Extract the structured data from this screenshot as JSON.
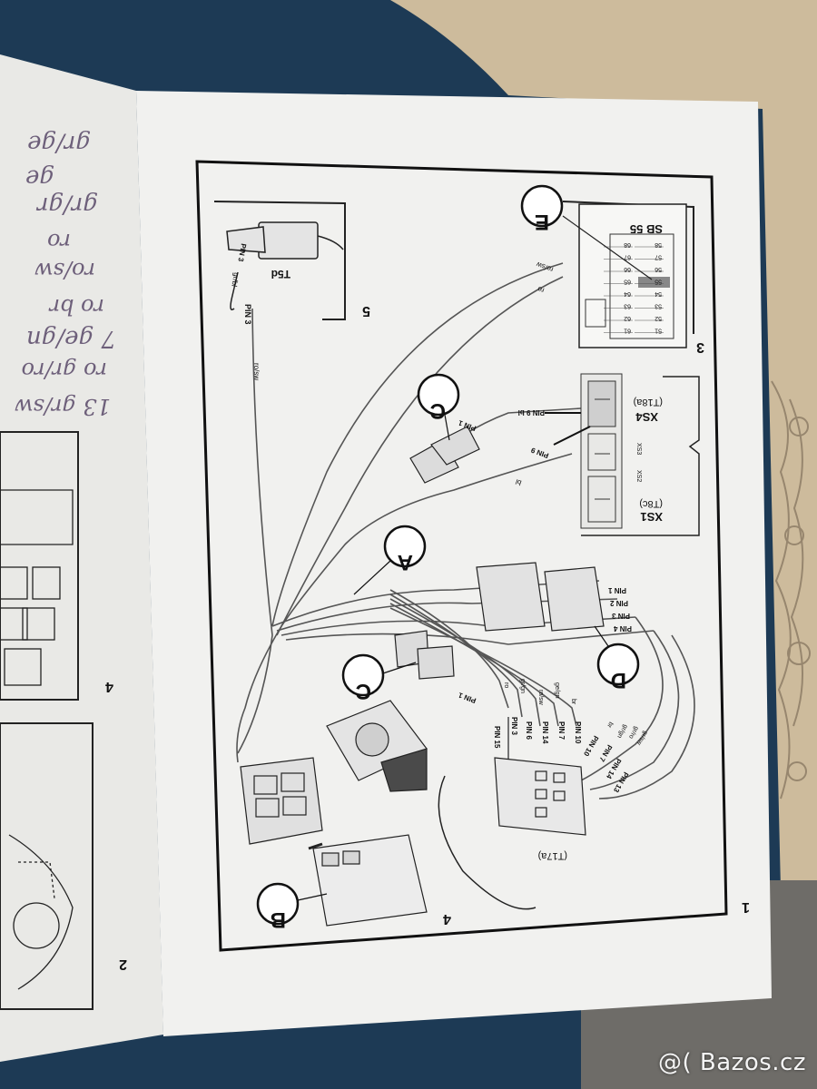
{
  "photo": {
    "subject": "",
    "colors": {
      "carpet": "#1d3a55",
      "fabric": "#cdbb9c",
      "page": "#f1f1ef",
      "ink": "#222222",
      "pencil": "#6d5f7a"
    }
  },
  "diagram": {
    "panel_numbers": [
      "1",
      "3",
      "4",
      "5"
    ],
    "callouts": {
      "a": "A",
      "b": "B",
      "c1": "C",
      "c2": "C",
      "d": "D",
      "e": "E"
    },
    "fusebox": {
      "title": "SB 55",
      "fuses_top": [
        "68",
        "67",
        "66",
        "65",
        "64",
        "63",
        "62",
        "61"
      ],
      "fuses_bottom": [
        "58",
        "57",
        "56",
        "55",
        "54",
        "53",
        "52",
        "51"
      ]
    },
    "connector_labels": {
      "xs4": "XS4",
      "t18a": "(T18a)",
      "xs3": "XS3",
      "xs2": "XS2",
      "xs1": "XS1",
      "t8c": "(T8c)",
      "t5d": "T5d",
      "t17a": "(T17a)"
    },
    "pin_labels": {
      "pin9bl": "PIN 9 bl",
      "pin9": "PIN 9",
      "pin1_c": "PIN 1",
      "pin1_c2": "PIN 1",
      "pin3_t5d": "PIN 3",
      "pin3_rosw": "PIN 3",
      "pin1_d": "PIN 1",
      "pin2_d": "PIN 2",
      "pin3_d": "PIN 3",
      "pin4_d": "PIN 4",
      "pin15": "PIN 15",
      "pin3": "PIN 3",
      "pin6": "PIN 6",
      "pin14": "PIN 14",
      "pin7": "PIN 7",
      "pin10": "PIN 10",
      "pin10b": "PIN 10",
      "pin14b": "PIN 14",
      "pin13": "PIN 13",
      "pin7b": "PIN 7"
    },
    "wire_colors": {
      "rosw": "ro/sw",
      "ro": "ro",
      "bl": "bl",
      "grbl": "gr/bl",
      "rosw2": "ro/sw",
      "ro_pin15": "ro",
      "ro2": "ro",
      "grgn": "gr/gn",
      "rosw3": "ro/sw",
      "gegn": "ge/gn",
      "br": "br",
      "grgn2": "gr/gn",
      "grro": "gr/ro",
      "grsw": "gr/sw",
      "br2": "br"
    },
    "left_page": {
      "panel_4": "4",
      "panel_2": "2"
    }
  },
  "pencil_notes": [
    "gr/ge",
    "ge",
    "gr/gr",
    "ro",
    "ro/sw",
    "ro br",
    "7 ge/gn",
    "ro gr/ro",
    "13 gr/sw"
  ],
  "watermark": "@( Bazos.cz"
}
